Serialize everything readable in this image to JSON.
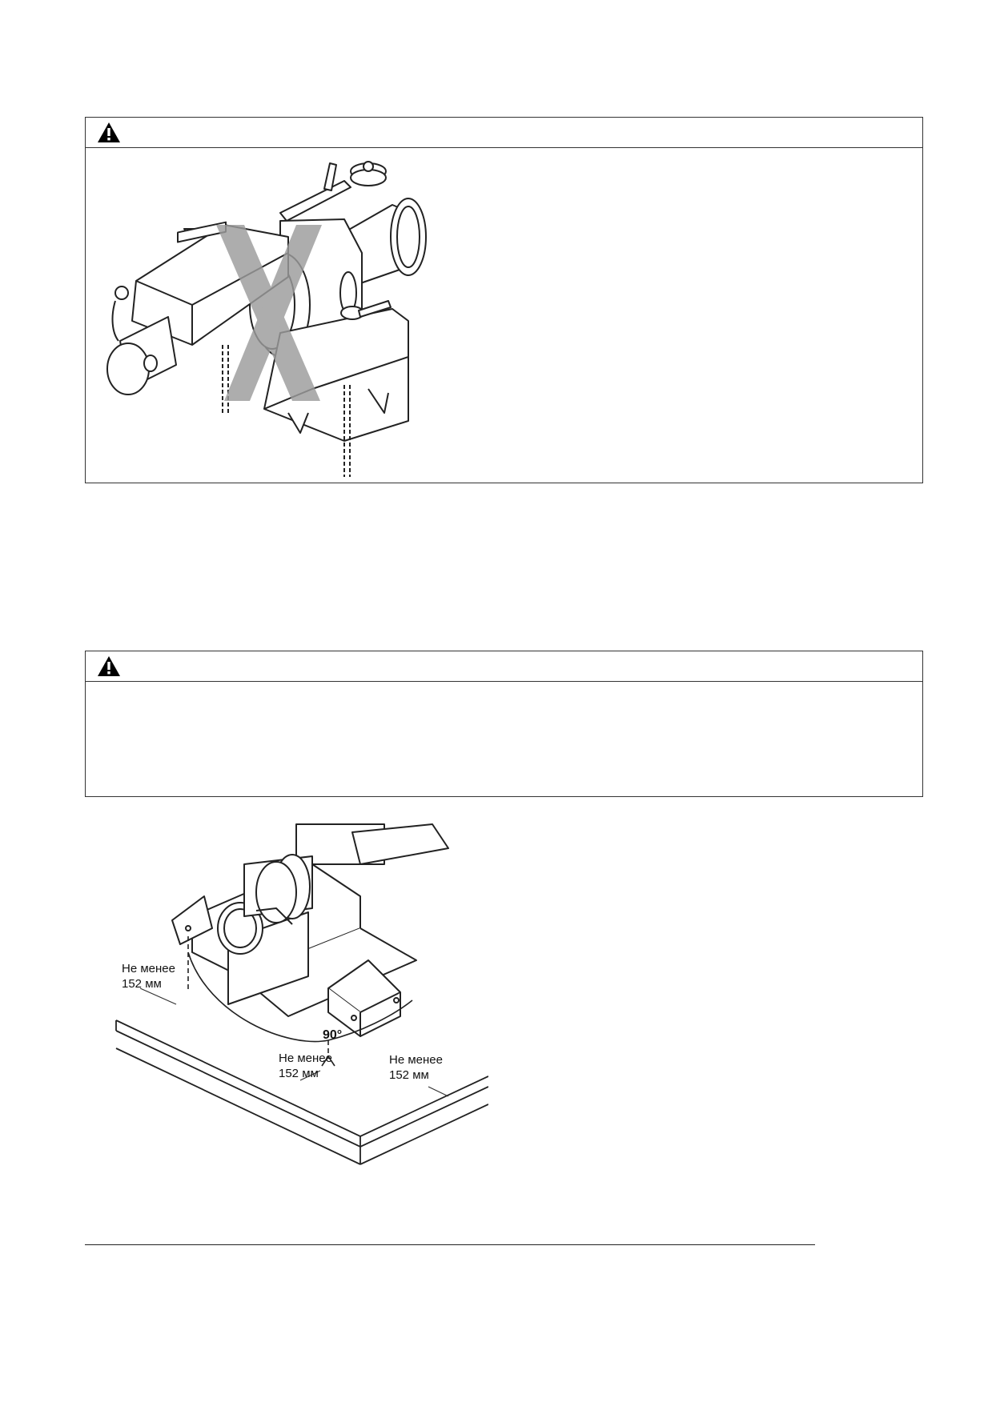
{
  "icons": {
    "warning": "warning-triangle-icon"
  },
  "figure2": {
    "clearance_left_line1": "Не менее",
    "clearance_left_line2": "152 мм",
    "clearance_front_line1": "Не менее",
    "clearance_front_line2": "152 мм",
    "clearance_right_line1": "Не менее",
    "clearance_right_line2": "152 мм",
    "angle_label": "90°"
  }
}
